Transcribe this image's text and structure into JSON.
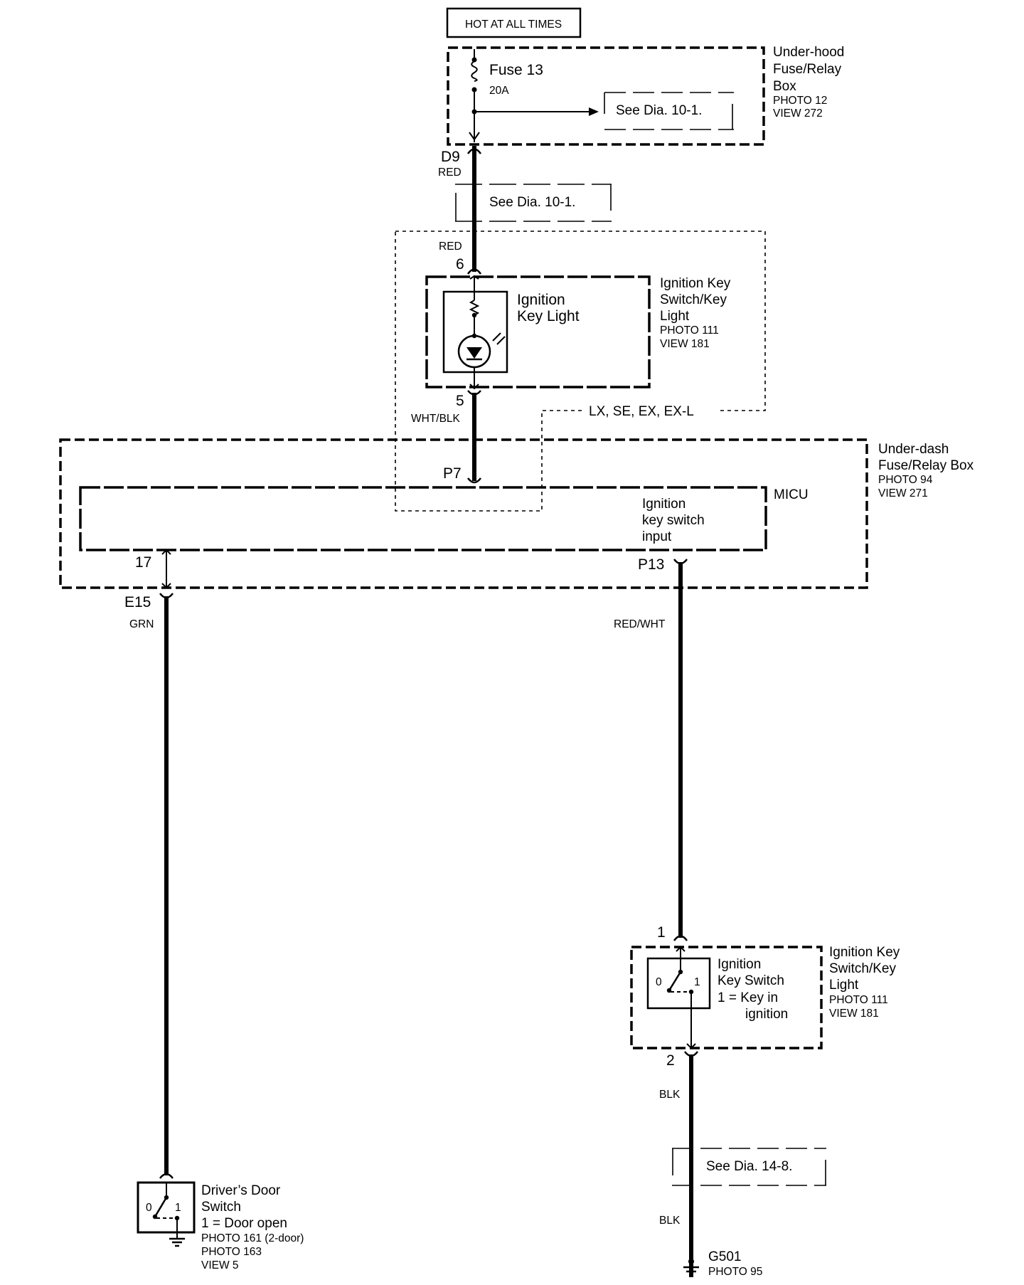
{
  "power": {
    "label": "HOT AT ALL TIMES"
  },
  "underhood_box": {
    "fuse_name": "Fuse 13",
    "fuse_rating": "20A",
    "see_ref": "See Dia. 10-1.",
    "name_lines": [
      "Under-hood",
      "Fuse/Relay",
      "Box"
    ],
    "photo": "PHOTO 12",
    "view": "VIEW 272"
  },
  "wire_d9": {
    "connector": "D9",
    "color": "RED"
  },
  "see_ref_mid": "See Dia. 10-1.",
  "key_light_group": {
    "wire_color_in": "RED",
    "pin_in": "6",
    "pin_out": "5",
    "wire_color_out": "WHT/BLK",
    "component_lines": [
      "Ignition",
      "Key Light"
    ],
    "name_lines": [
      "Ignition Key",
      "Switch/Key",
      "Light"
    ],
    "photo": "PHOTO 111",
    "view": "VIEW 181",
    "variants": "LX, SE, EX, EX-L"
  },
  "underdash_box": {
    "name_lines": [
      "Under-dash",
      "Fuse/Relay Box"
    ],
    "photo": "PHOTO 94",
    "view": "VIEW 271",
    "pin_p7": "P7",
    "pin_17": "17",
    "pin_p13": "P13",
    "micu": {
      "label": "MICU",
      "input_lines": [
        "Ignition",
        "key switch",
        "input"
      ]
    }
  },
  "wire_e15": {
    "connector": "E15",
    "color": "GRN"
  },
  "wire_p13": {
    "color": "RED/WHT"
  },
  "key_switch": {
    "pin_in": "1",
    "pin_out": "2",
    "pos_0": "0",
    "pos_1": "1",
    "component_lines": [
      "Ignition",
      "Key Switch",
      "1 = Key in",
      "ignition"
    ],
    "name_lines": [
      "Ignition Key",
      "Switch/Key",
      "Light"
    ],
    "photo": "PHOTO 111",
    "view": "VIEW 181",
    "wire_color_1": "BLK",
    "wire_color_2": "BLK",
    "see_ref": "See Dia. 14-8."
  },
  "ground": {
    "name": "G501",
    "photo": "PHOTO 95"
  },
  "door_switch": {
    "pos_0": "0",
    "pos_1": "1",
    "name_lines": [
      "Driver’s Door",
      "Switch",
      "1 = Door open"
    ],
    "photos": [
      "PHOTO 161 (2-door)",
      "PHOTO 163"
    ],
    "view": "VIEW 5"
  }
}
